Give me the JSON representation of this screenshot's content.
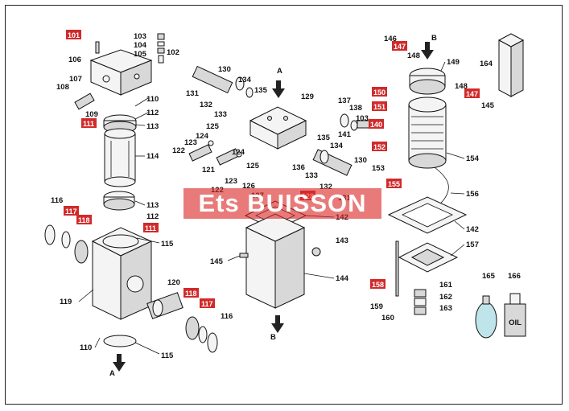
{
  "watermark": "Ets BUISSON",
  "labels": {
    "l101": "101",
    "l102": "102",
    "l103": "103",
    "l104": "104",
    "l105": "105",
    "l106": "106",
    "l107": "107",
    "l108": "108",
    "l109": "109",
    "l110a": "110",
    "l111a": "111",
    "l112a": "112",
    "l113a": "113",
    "l114": "114",
    "l116a": "116",
    "l117a": "117",
    "l118a": "118",
    "l113b": "113",
    "l112b": "112",
    "l111b": "111",
    "l115a": "115",
    "l119": "119",
    "l120": "120",
    "l118b": "118",
    "l117b": "117",
    "l116b": "116",
    "l110b": "110",
    "l115b": "115",
    "lA1": "A",
    "l130a": "130",
    "l131a": "131",
    "l132a": "132",
    "l133a": "133",
    "l134a": "134",
    "l135a": "135",
    "lA2": "A",
    "l129": "129",
    "l125a": "125",
    "l124a": "124",
    "l123a": "123",
    "l122a": "122",
    "l121": "121",
    "l124b": "124",
    "l123b": "123",
    "l125b": "125",
    "l122b": "122",
    "l126": "126",
    "l127": "127",
    "l128": "128",
    "l137": "137",
    "l138": "138",
    "l103b": "103",
    "l140": "140",
    "l141": "141",
    "l135b": "135",
    "l134b": "134",
    "l136": "136",
    "l133b": "133",
    "l130b": "130",
    "l132b": "132",
    "l131b": "131",
    "l142a": "142",
    "l143": "143",
    "l145a": "145",
    "l144": "144",
    "lB2": "B",
    "l146": "146",
    "l147a": "147",
    "l148a": "148",
    "lB1": "B",
    "l149": "149",
    "l150": "150",
    "l151": "151",
    "l148b": "148",
    "l147b": "147",
    "l145b": "145",
    "l152": "152",
    "l153": "153",
    "l154": "154",
    "l155": "155",
    "l156": "156",
    "l142b": "142",
    "l157": "157",
    "l158": "158",
    "l159": "159",
    "l160": "160",
    "l161": "161",
    "l162": "162",
    "l163": "163",
    "l164": "164",
    "l165": "165",
    "l166": "166",
    "oil": "OIL"
  }
}
